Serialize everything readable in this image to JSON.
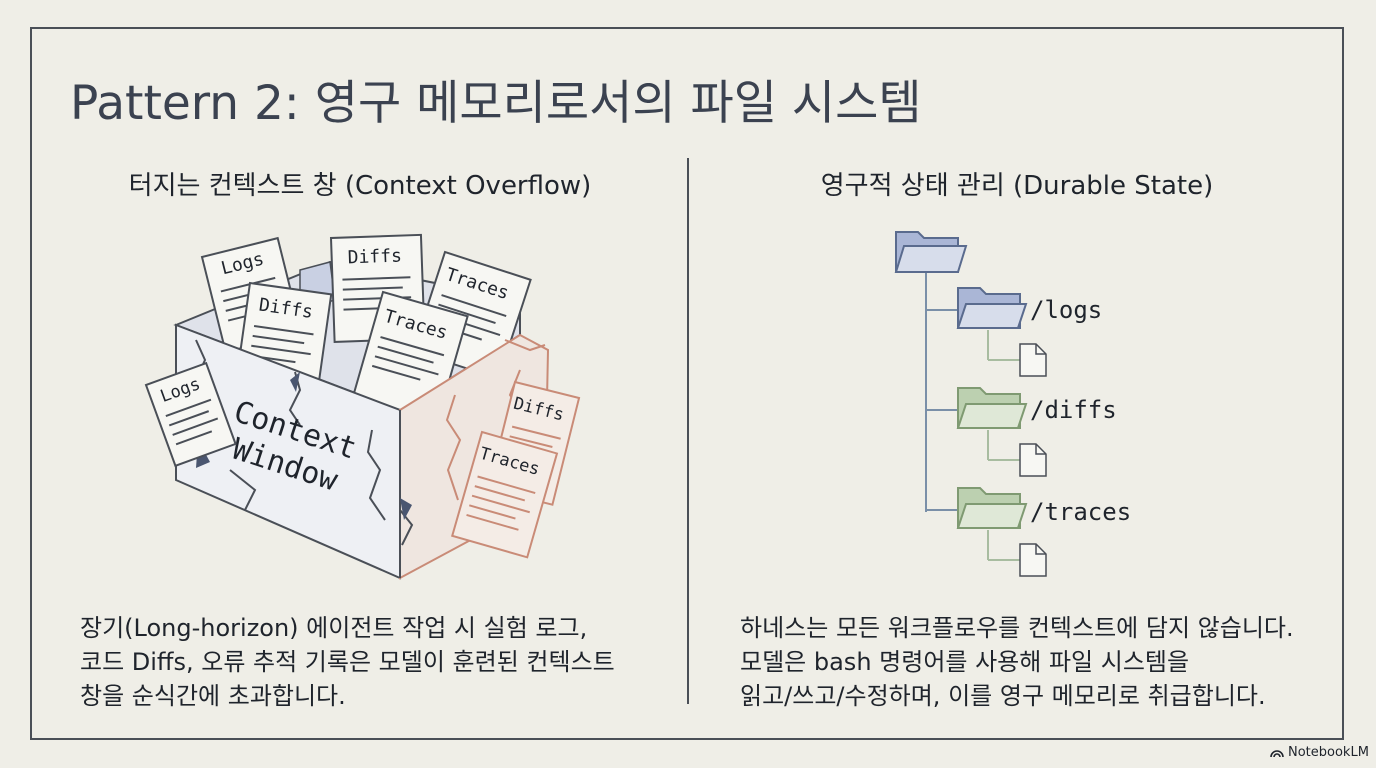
{
  "title": "Pattern 2: 영구 메모리로서의 파일 시스템",
  "left": {
    "heading": "터지는 컨텍스트 창 (Context Overflow)",
    "box_label_line1": "Context",
    "box_label_line2": "Window",
    "docs": [
      "Logs",
      "Diffs",
      "Diffs",
      "Traces",
      "Traces",
      "Logs",
      "Diffs",
      "Traces"
    ],
    "paragraph": [
      "장기(Long-horizon) 에이전트 작업 시 실험 로그,",
      "코드 Diffs, 오류 추적 기록은 모델이 훈련된 컨텍스트",
      "창을 순식간에 초과합니다."
    ]
  },
  "right": {
    "heading": "영구적 상태 관리 (Durable State)",
    "folders": [
      "/logs",
      "/diffs",
      "/traces"
    ],
    "paragraph": [
      "하네스는 모든 워크플로우를 컨텍스트에 담지 않습니다.",
      "모델은 bash 명령어를 사용해 파일 시스템을",
      "읽고/쓰고/수정하며, 이를 영구 메모리로 취급합니다."
    ]
  },
  "colors": {
    "blue_folder": "#aab6d6",
    "green_folder": "#bcd0b0",
    "overflow_red": "#c98b77"
  },
  "brand": "NotebookLM"
}
